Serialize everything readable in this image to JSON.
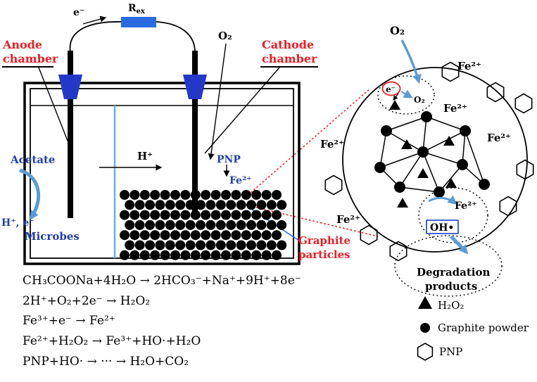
{
  "colors": {
    "red": "#ed1c24",
    "blue": "#1f3eae",
    "light_blue": "#5b9bd5",
    "stopper_blue": "#2438c8",
    "resistor_blue": "#2b6be0",
    "membrane_blue": "#6aafe0"
  },
  "reactor": {
    "rex_base": "R",
    "rex_sub": "ex",
    "electron_label": "e⁻",
    "o2_label": "O₂",
    "anode_chamber_line1": "Anode",
    "anode_chamber_line2": "chamber",
    "cathode_chamber_line1": "Cathode",
    "cathode_chamber_line2": "chamber",
    "h_plus_label": "H⁺",
    "acetate_label": "Acetate",
    "h_e_label": "H⁺, e⁻",
    "microbes_label": "Microbes",
    "pnp_label": "PNP",
    "fe2_label": "Fe²⁺",
    "graphite_label_line1": "Graphite",
    "graphite_label_line2": "particles"
  },
  "magnified": {
    "o2_top_label": "O₂",
    "electron_label": "e⁻",
    "o2_small_label": "O₂",
    "fe2_label": "Fe²⁺",
    "oh_radical_label": "OH•",
    "degradation_line1": "Degradation",
    "degradation_line2": "products"
  },
  "equations": [
    "CH₃COONa+4H₂O → 2HCO₃⁻+Na⁺+9H⁺+8e⁻",
    "2H⁺+O₂+2e⁻ → H₂O₂",
    "Fe³⁺+e⁻ → Fe²⁺",
    "Fe²⁺+H₂O₂ → Fe³⁺+HO·+H₂O",
    "PNP+HO· → ··· → H₂O+CO₂"
  ],
  "legend": {
    "h2o2": "H₂O₂",
    "graphite_powder": "Graphite powder",
    "pnp": "PNP"
  }
}
